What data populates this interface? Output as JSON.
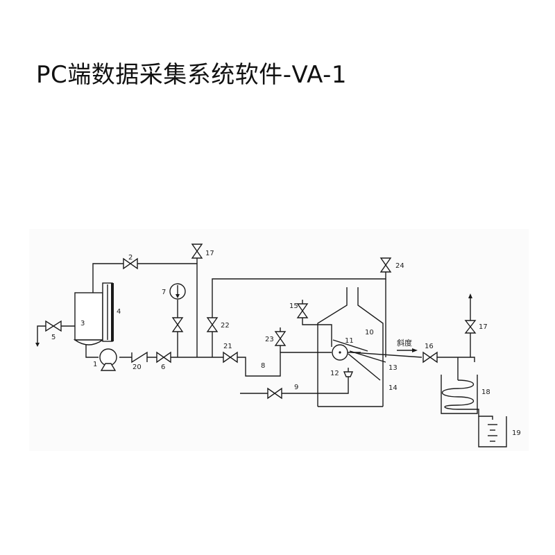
{
  "page": {
    "title": "PC端数据采集系统软件-VA-1"
  },
  "diagram": {
    "labels": {
      "l1": "1",
      "l2": "2",
      "l3": "3",
      "l4": "4",
      "l5": "5",
      "l6": "6",
      "l7": "7",
      "l8": "8",
      "l9": "9",
      "l10": "10",
      "l11": "11",
      "l12": "12",
      "l13": "13",
      "l14": "14",
      "l15": "15",
      "l16": "16",
      "l17a": "17",
      "l17b": "17",
      "l18": "18",
      "l19": "19",
      "l20": "20",
      "l21": "21",
      "l22": "22",
      "l23": "23",
      "l24": "24"
    },
    "slope_text": "斜度",
    "colors": {
      "line": "#1a1a1a",
      "background": "#ffffff",
      "panel": "#fbfbfb"
    }
  }
}
